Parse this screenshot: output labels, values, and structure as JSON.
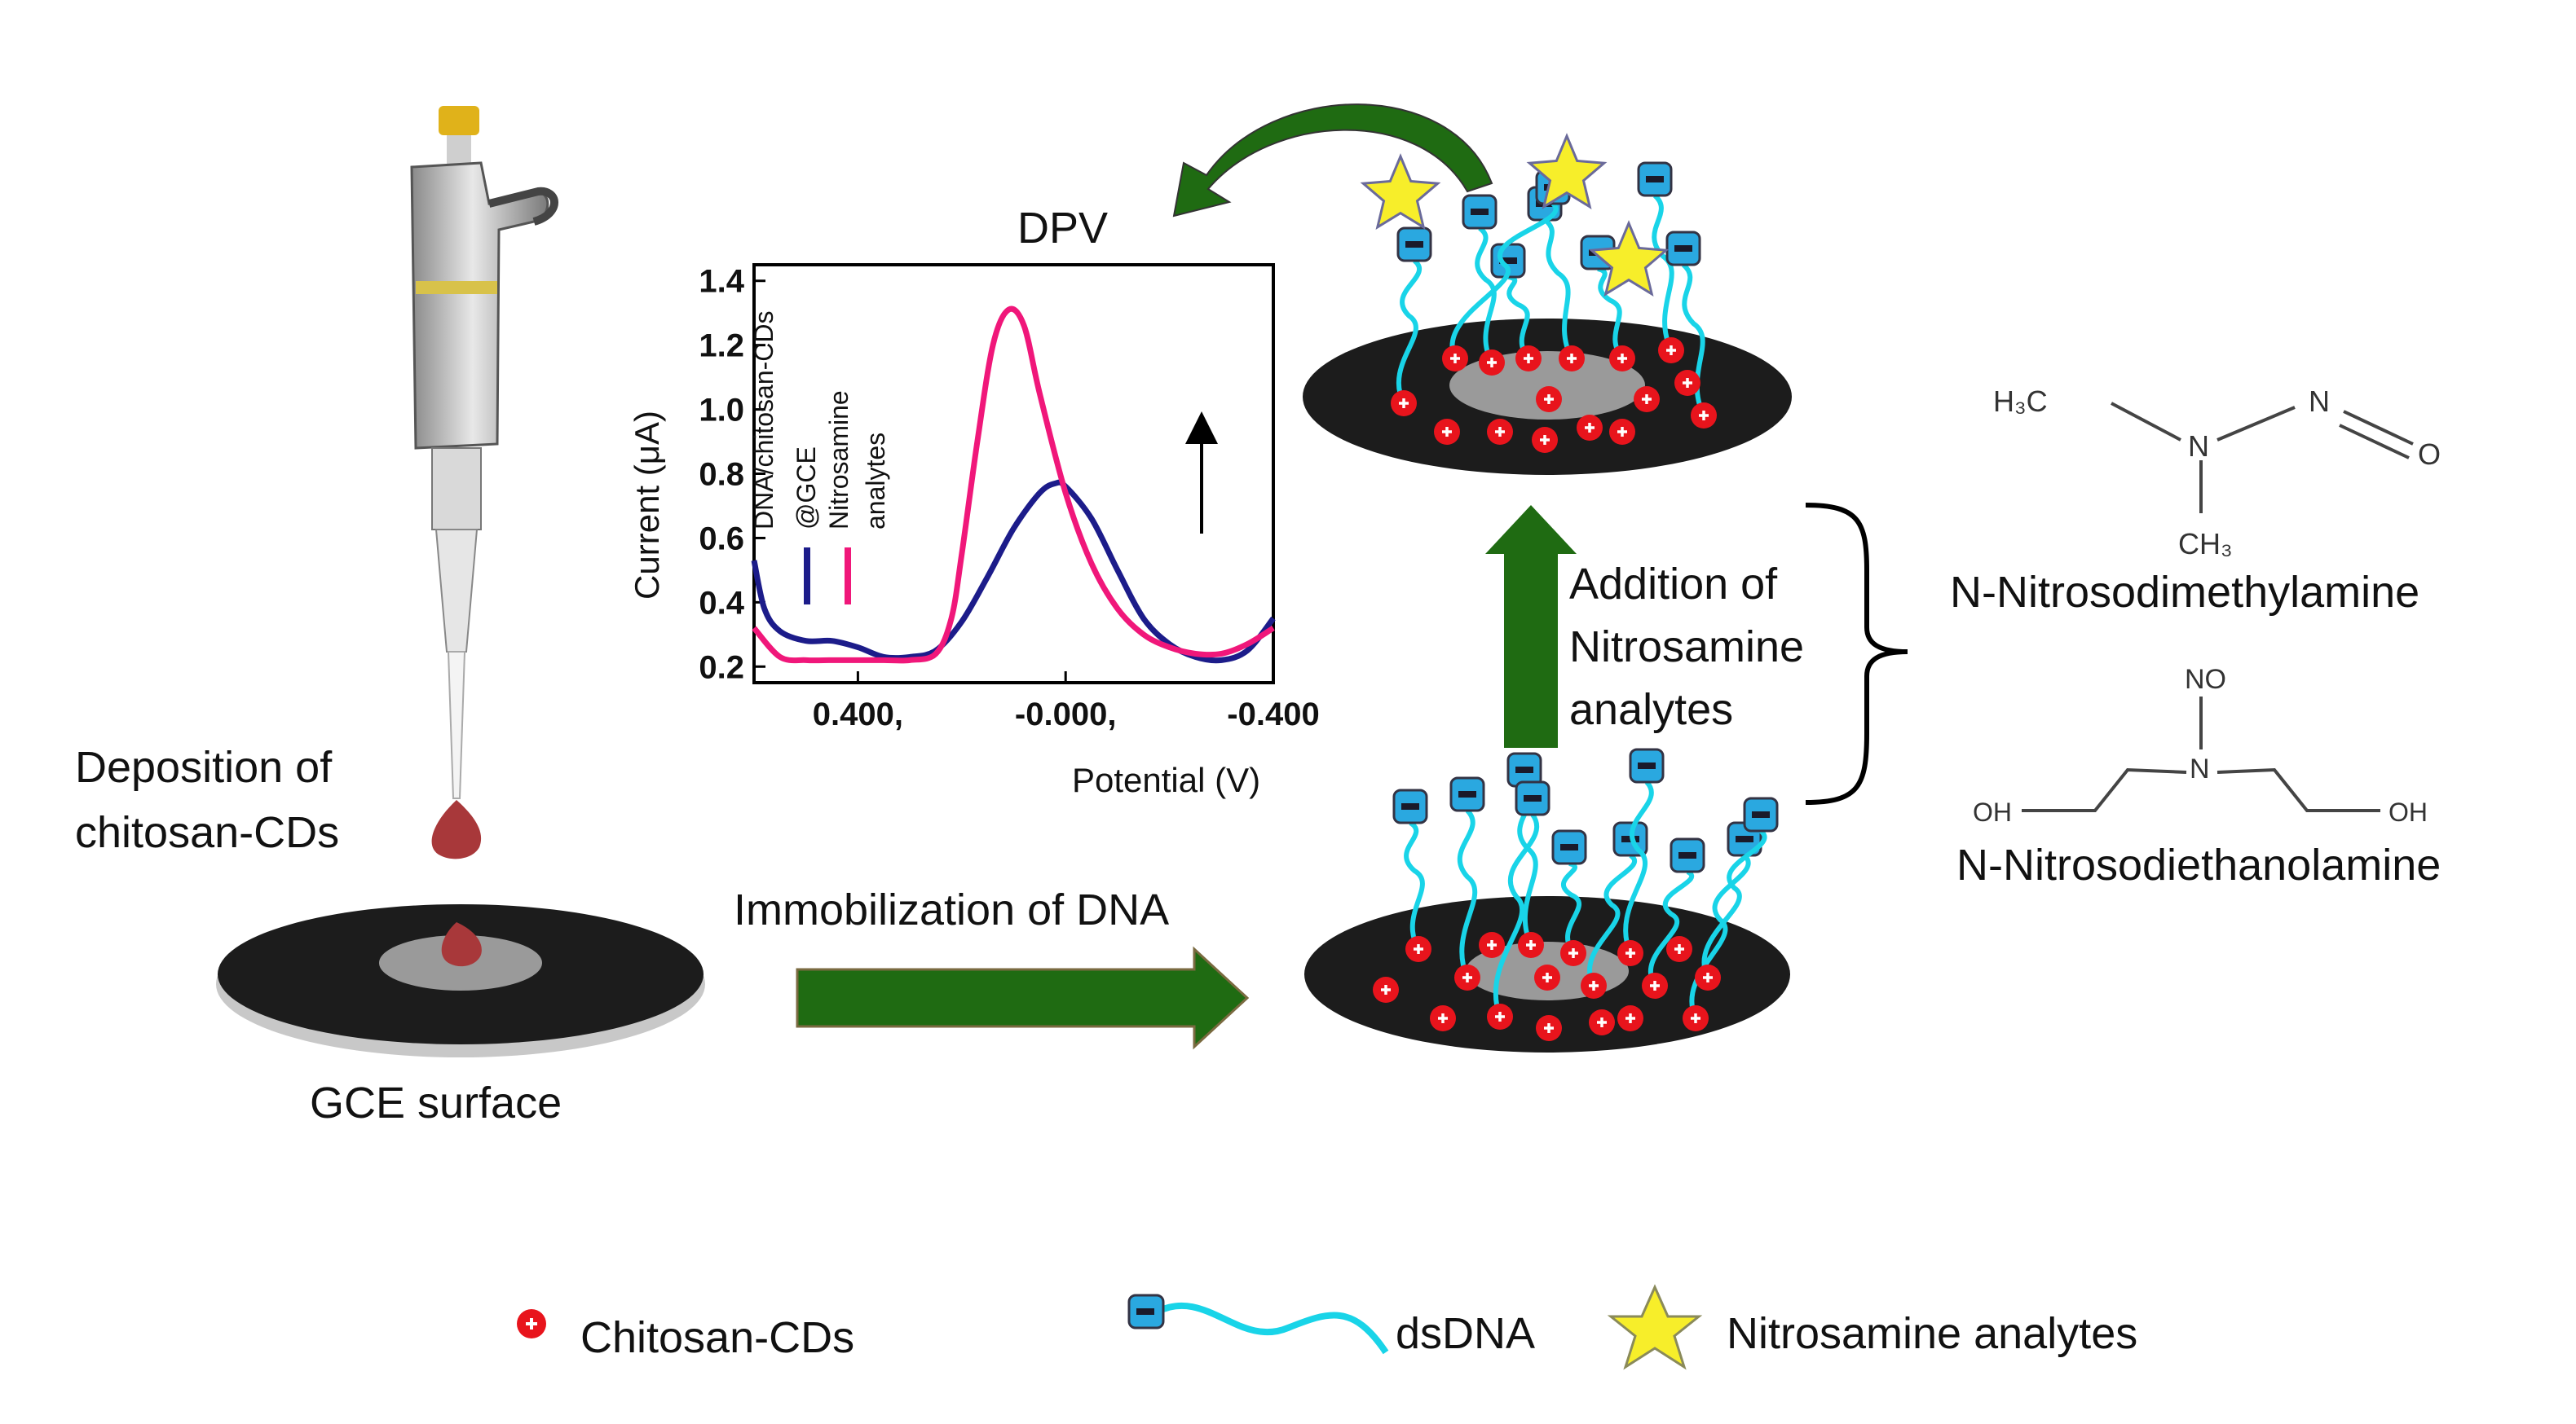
{
  "labels": {
    "deposition": [
      "Deposition of",
      "chitosan-CDs"
    ],
    "gce_surface": "GCE surface",
    "immobilization": "Immobilization of DNA",
    "addition": [
      "Addition of",
      "Nitrosamine",
      "analytes"
    ],
    "dpv_title": "DPV"
  },
  "chemicals": {
    "ndma": {
      "name": "N-Nitrosodimethylamine",
      "atoms": {
        "h3c": "H₃C",
        "n_center": "N",
        "n_top": "N",
        "o": "O",
        "ch3": "CH₃"
      }
    },
    "ndela": {
      "name": "N-Nitrosodiethanolamine",
      "atoms": {
        "no": "NO",
        "n": "N",
        "oh_left": "OH",
        "oh_right": "OH"
      }
    }
  },
  "legend": {
    "chitosan": "Chitosan-CDs",
    "dsdna": "dsDNA",
    "analytes": "Nitrosamine analytes"
  },
  "colors": {
    "arrow_green": "#1f6b12",
    "disc": "#1c1c1c",
    "electrode": "#9a9a9a",
    "drop": "#a8383a",
    "cd_red": "#e8141c",
    "dna_strand": "#19d4e8",
    "dna_head": "#2aa8e0",
    "star": "#f7ee2a",
    "series_blue": "#1c1c8a",
    "series_pink": "#f0177a"
  },
  "chart_data": {
    "type": "line",
    "title": "DPV",
    "xlabel": "Potential (V)",
    "ylabel": "Current (μA)",
    "xlim": [
      0.6,
      -0.4
    ],
    "ylim": [
      0.15,
      1.45
    ],
    "yticks": [
      "0.2",
      "0.4",
      "0.6",
      "0.8",
      "1.0",
      "1.2",
      "1.4"
    ],
    "xticks": [
      {
        "x": 0.4,
        "label": "0.400,"
      },
      {
        "x": 0.0,
        "label": "-0.000,"
      },
      {
        "x": -0.4,
        "label": "-0.400"
      }
    ],
    "legend_text": [
      "DNA/chitosan-CDs",
      "@GCE",
      "Nitrosamine",
      "analytes"
    ],
    "series": [
      {
        "color": "#1c1c8a",
        "points": [
          [
            0.6,
            0.53
          ],
          [
            0.58,
            0.38
          ],
          [
            0.55,
            0.31
          ],
          [
            0.5,
            0.28
          ],
          [
            0.45,
            0.28
          ],
          [
            0.4,
            0.26
          ],
          [
            0.35,
            0.23
          ],
          [
            0.3,
            0.23
          ],
          [
            0.25,
            0.25
          ],
          [
            0.2,
            0.34
          ],
          [
            0.15,
            0.48
          ],
          [
            0.1,
            0.63
          ],
          [
            0.05,
            0.74
          ],
          [
            0.02,
            0.77
          ],
          [
            0.0,
            0.76
          ],
          [
            -0.05,
            0.66
          ],
          [
            -0.1,
            0.5
          ],
          [
            -0.15,
            0.35
          ],
          [
            -0.2,
            0.27
          ],
          [
            -0.25,
            0.23
          ],
          [
            -0.3,
            0.22
          ],
          [
            -0.35,
            0.25
          ],
          [
            -0.4,
            0.35
          ]
        ]
      },
      {
        "color": "#f0177a",
        "points": [
          [
            0.6,
            0.32
          ],
          [
            0.55,
            0.23
          ],
          [
            0.5,
            0.22
          ],
          [
            0.45,
            0.22
          ],
          [
            0.4,
            0.22
          ],
          [
            0.35,
            0.22
          ],
          [
            0.3,
            0.22
          ],
          [
            0.25,
            0.24
          ],
          [
            0.22,
            0.35
          ],
          [
            0.2,
            0.55
          ],
          [
            0.17,
            0.9
          ],
          [
            0.14,
            1.2
          ],
          [
            0.11,
            1.31
          ],
          [
            0.08,
            1.26
          ],
          [
            0.05,
            1.05
          ],
          [
            0.0,
            0.74
          ],
          [
            -0.05,
            0.52
          ],
          [
            -0.1,
            0.38
          ],
          [
            -0.15,
            0.3
          ],
          [
            -0.2,
            0.26
          ],
          [
            -0.25,
            0.24
          ],
          [
            -0.3,
            0.24
          ],
          [
            -0.35,
            0.27
          ],
          [
            -0.4,
            0.32
          ]
        ]
      }
    ]
  }
}
